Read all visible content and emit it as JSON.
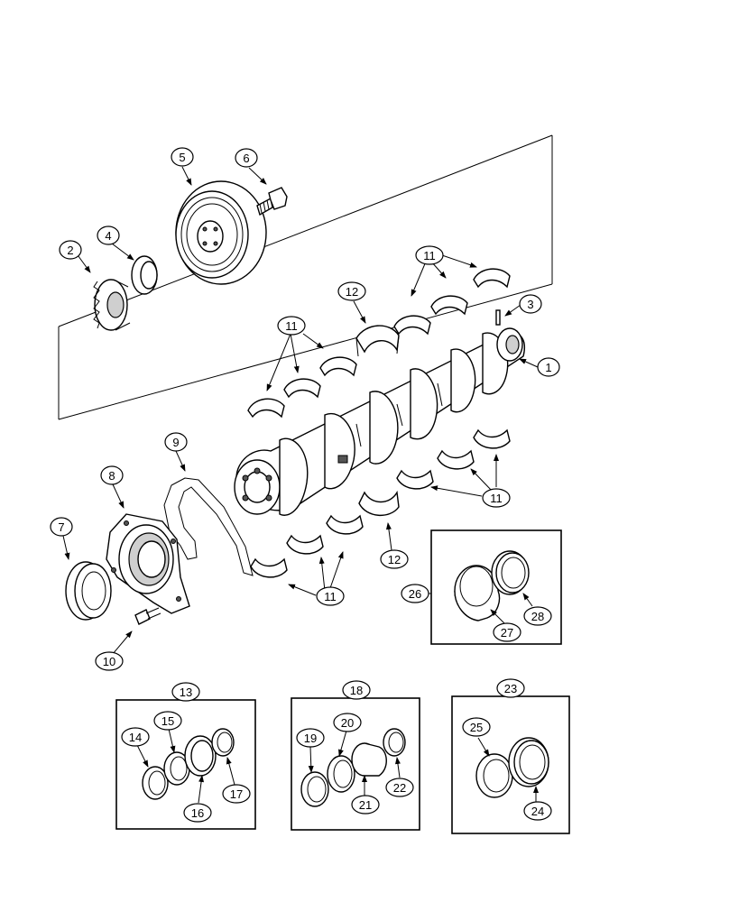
{
  "callouts": [
    {
      "id": "1",
      "label": "1"
    },
    {
      "id": "2",
      "label": "2"
    },
    {
      "id": "3",
      "label": "3"
    },
    {
      "id": "4",
      "label": "4"
    },
    {
      "id": "5",
      "label": "5"
    },
    {
      "id": "6",
      "label": "6"
    },
    {
      "id": "7",
      "label": "7"
    },
    {
      "id": "8",
      "label": "8"
    },
    {
      "id": "9",
      "label": "9"
    },
    {
      "id": "10",
      "label": "10"
    },
    {
      "id": "11a",
      "label": "11"
    },
    {
      "id": "11b",
      "label": "11"
    },
    {
      "id": "11c",
      "label": "11"
    },
    {
      "id": "11d",
      "label": "11"
    },
    {
      "id": "12a",
      "label": "12"
    },
    {
      "id": "12b",
      "label": "12"
    },
    {
      "id": "13",
      "label": "13"
    },
    {
      "id": "14",
      "label": "14"
    },
    {
      "id": "15",
      "label": "15"
    },
    {
      "id": "16",
      "label": "16"
    },
    {
      "id": "17",
      "label": "17"
    },
    {
      "id": "18",
      "label": "18"
    },
    {
      "id": "19",
      "label": "19"
    },
    {
      "id": "20",
      "label": "20"
    },
    {
      "id": "21",
      "label": "21"
    },
    {
      "id": "22",
      "label": "22"
    },
    {
      "id": "23",
      "label": "23"
    },
    {
      "id": "24",
      "label": "24"
    },
    {
      "id": "25",
      "label": "25"
    },
    {
      "id": "26",
      "label": "26"
    },
    {
      "id": "27",
      "label": "27"
    },
    {
      "id": "28",
      "label": "28"
    }
  ]
}
